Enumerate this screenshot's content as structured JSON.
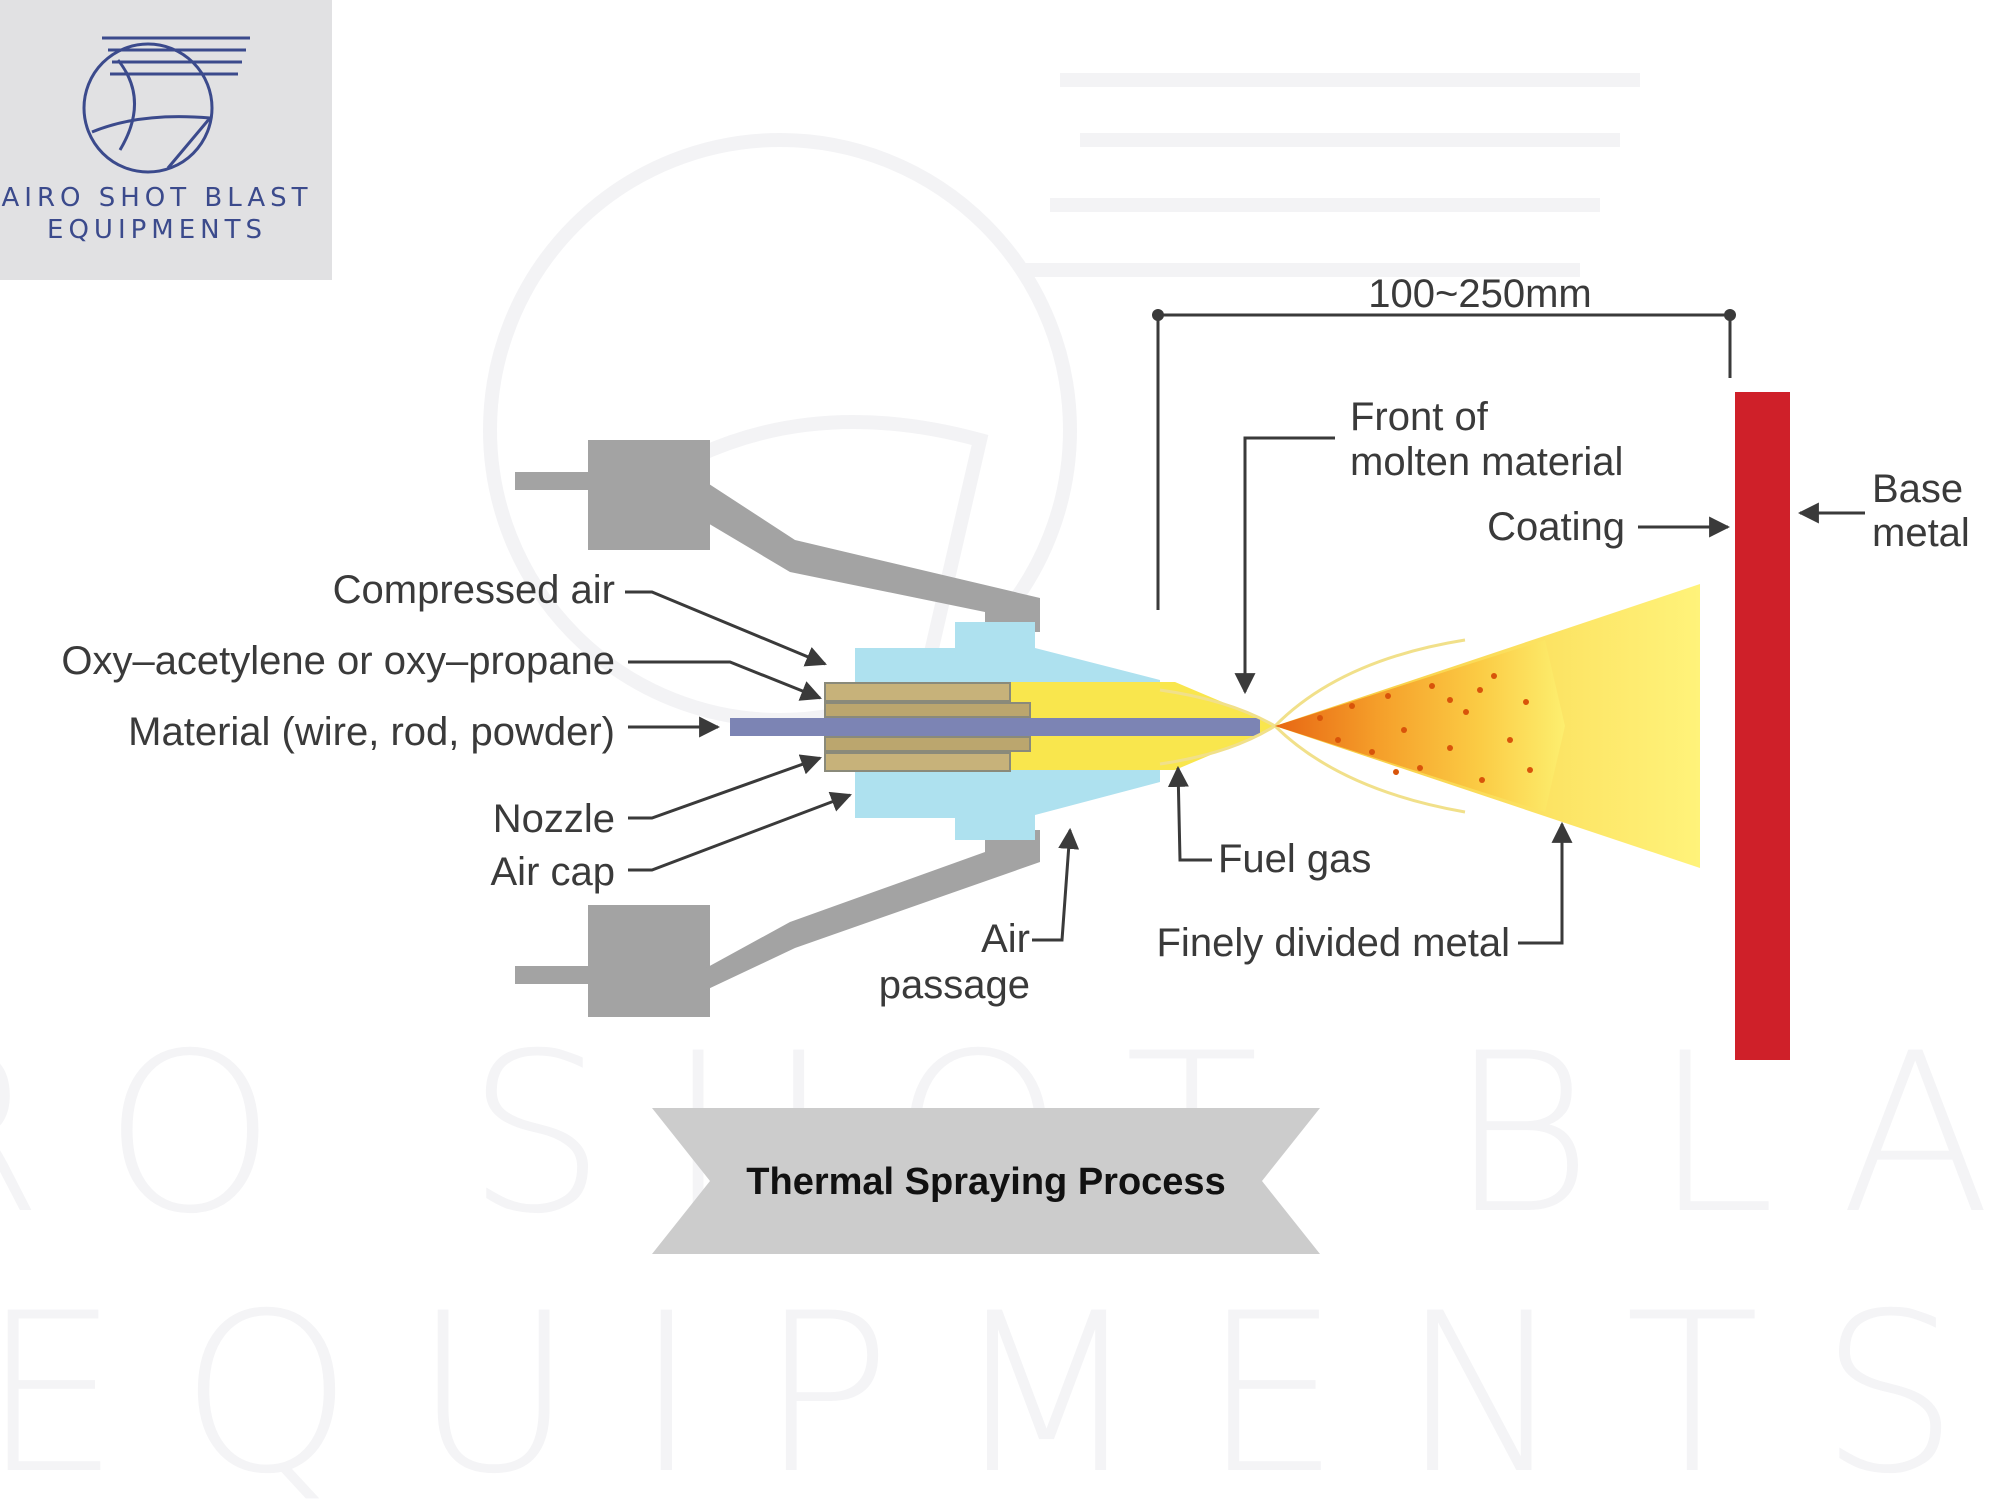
{
  "logo": {
    "line1": "AIRO SHOT BLAST",
    "line2": "EQUIPMENTS",
    "icon": "company-logo-icon",
    "color": "#3b4a8c",
    "background": "#e1e1e3"
  },
  "watermark": {
    "line1": "AIRO SHOT BLAST",
    "line2": "EQUIPMENTS"
  },
  "diagram": {
    "distance_label": "100~250mm",
    "labels": {
      "compressed_air": "Compressed air",
      "oxy_acetylene": "Oxy–acetylene or oxy–propane",
      "material": "Material (wire, rod, powder)",
      "nozzle": "Nozzle",
      "air_cap": "Air cap",
      "air_passage_1": "Air",
      "air_passage_2": "passage",
      "front_1": "Front of",
      "front_2": "molten material",
      "coating": "Coating",
      "base_metal_1": "Base",
      "base_metal_2": "metal",
      "fuel_gas": "Fuel gas",
      "finely_divided": "Finely divided metal"
    },
    "colors": {
      "gun_body": "#a3a3a3",
      "air_cap": "#aee1ef",
      "flame": "#f9e64d",
      "spray_hot": "#f07a14",
      "base_metal": "#cf2029",
      "wire": "#7c84b4"
    }
  },
  "title_banner": {
    "text": "Thermal Spraying Process",
    "color": "#cccccc"
  }
}
